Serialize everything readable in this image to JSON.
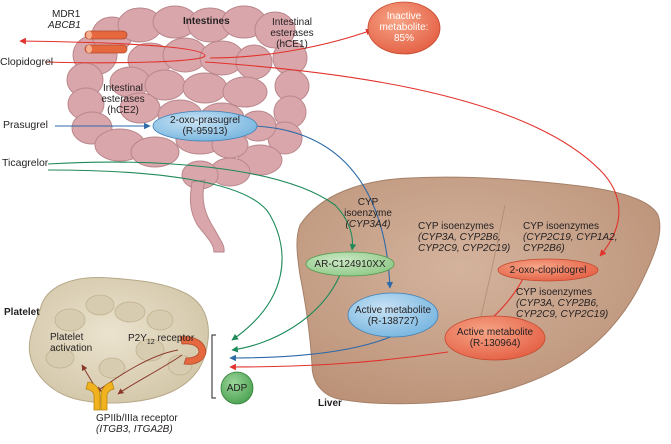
{
  "intestine": {
    "title": "Intestines",
    "mdr1": "MDR1",
    "abcb1": "ABCB1",
    "esterases_1": "Intestinal esterases",
    "hce1": "(hCE1)",
    "esterases_2": "Intestinal esterases",
    "hce2": "(hCE2)"
  },
  "inactive": {
    "line1": "Inactive",
    "line2": "metabolite:",
    "line3": "85%"
  },
  "drugs": {
    "clopidogrel": "Clopidogrel",
    "prasugrel": "Prasugrel",
    "ticagrelor": "Ticagrelor"
  },
  "oxo_prasugrel": {
    "line1": "2-oxo-prasugrel",
    "line2": "(R-95913)"
  },
  "liver": {
    "title": "Liver",
    "cyp3a4_head": "CYP",
    "cyp3a4_head2": "isoenzyme",
    "cyp3a4_gene": "(CYP3A4)",
    "ar_metabolite": "AR-C124910XX",
    "cyp_a_title": "CYP isoenzymes",
    "cyp_a_genes1": "(CYP3A, CYP2B6,",
    "cyp_a_genes2": "CYP2C9, CYP2C19)",
    "cyp_b_title": "CYP isoenzymes",
    "cyp_b_genes1": "(CYP2C19, CYP1A2,",
    "cyp_b_genes2": "CYP2B6)",
    "oxo_clopidogrel": "2-oxo-clopidogrel",
    "cyp_c_title": "CYP isoenzymes",
    "cyp_c_genes1": "(CYP3A, CYP2B6,",
    "cyp_c_genes2": "CYP2C9, CYP2C19)",
    "active_pras_1": "Active metabolite",
    "active_pras_2": "(R-138727)",
    "active_clop_1": "Active metabolite",
    "active_clop_2": "(R-130964)"
  },
  "platelet": {
    "title": "Platelet",
    "activation_1": "Platelet",
    "activation_2": "activation",
    "p2y12_pre": "P2Y",
    "p2y12_sub": "12",
    "p2y12_post": " receptor",
    "gp_title": "GPIIb/IIIa receptor",
    "gp_genes": "(ITGB3, ITGA2B)",
    "adp": "ADP"
  },
  "colors": {
    "prasugrel_path": "#2d6aa8",
    "ticagrelor_path": "#1e8a5a",
    "clopidogrel_path": "#e2322b",
    "liver_fill": "#c8a58e",
    "intestine_fill": "#d9a7ab",
    "platelet_fill": "#e0d6bf",
    "inactive_fill": "#ec6a4f",
    "blue_node": "#9ecbe9",
    "green_node": "#a8d5a3",
    "orange_node": "#f08160",
    "adp_fill": "#5cb35f"
  }
}
